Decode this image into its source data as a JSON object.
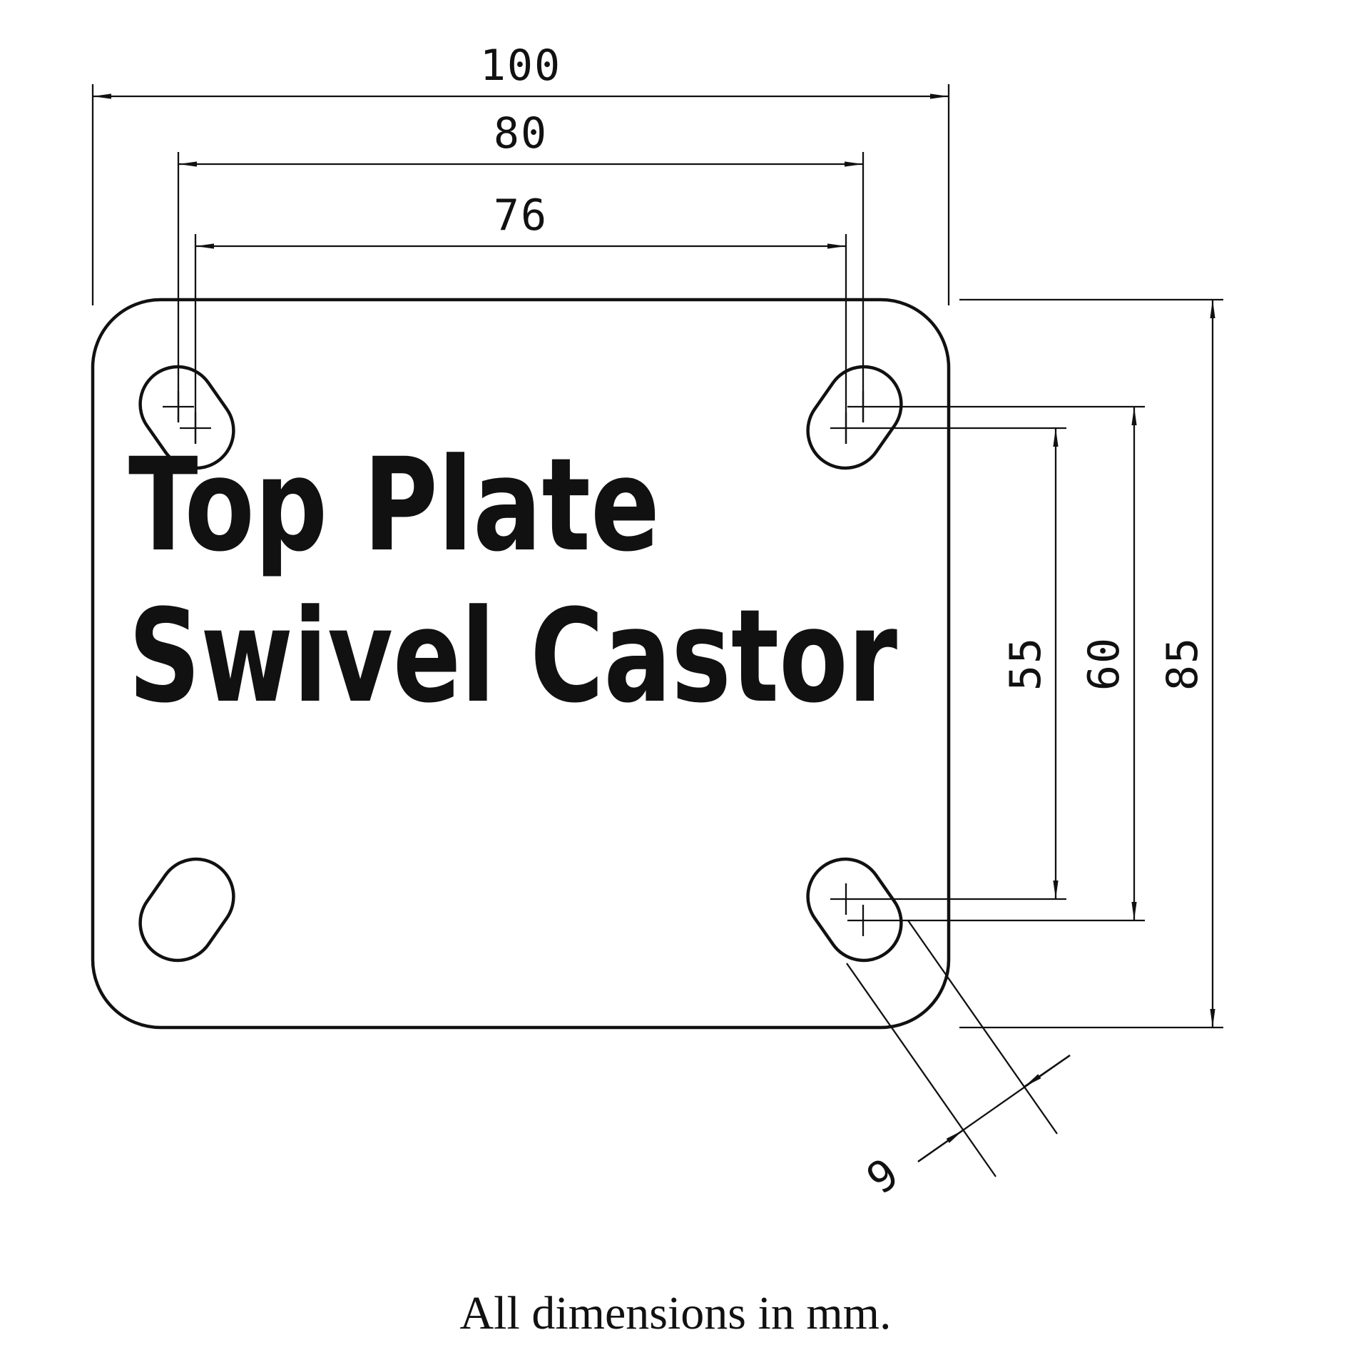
{
  "drawing": {
    "title_lines": [
      "Top Plate",
      "Swivel Castor"
    ],
    "footer_note": "All dimensions in mm.",
    "dimensions": {
      "overall_width": "100",
      "hole_pitch_width_max": "80",
      "hole_pitch_width_min": "76",
      "overall_depth": "85",
      "hole_pitch_depth_max": "60",
      "hole_pitch_depth_min": "55",
      "slot_width": "9"
    },
    "colors": {
      "line": "#111111",
      "background": "#ffffff"
    }
  }
}
